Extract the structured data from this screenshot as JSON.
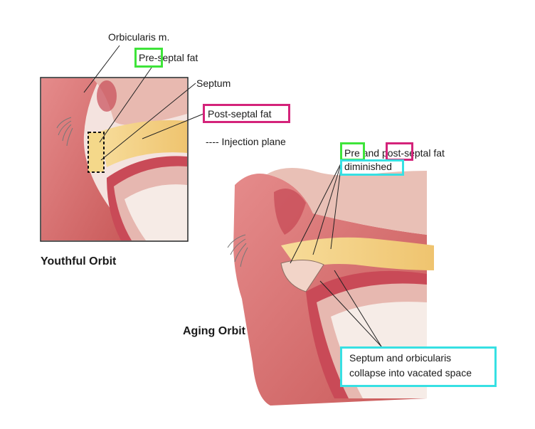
{
  "labels": {
    "orbicularis": "Orbicularis m.",
    "pre": "Pre",
    "septal_fat_suffix": "-septal fat",
    "septum": "Septum",
    "post_septal_fat": "Post-septal fat",
    "injection_dash": "----",
    "injection_plane": "Injection plane",
    "pre2": "Pre",
    "and": " and ",
    "post2": "post",
    "septal_fat2": "-septal fat",
    "diminished": "diminished",
    "collapse": "Septum and orbicularis",
    "collapse2": "collapse into vacated space"
  },
  "titles": {
    "youthful": "Youthful Orbit",
    "aging": "Aging Orbit"
  },
  "colors": {
    "green": "#3ee43a",
    "magenta": "#d4237a",
    "cyan": "#37e0e3"
  }
}
